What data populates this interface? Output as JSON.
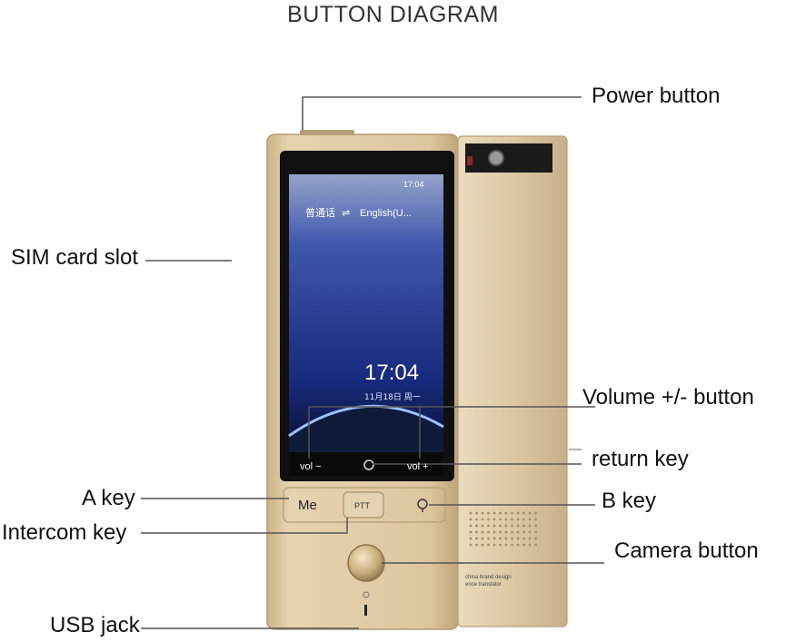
{
  "title": "BUTTON DIAGRAM",
  "labels": {
    "power": "Power button",
    "sim": "SIM card slot",
    "volume": "Volume +/- button",
    "return": "return key",
    "a_key": "A key",
    "b_key": "B key",
    "intercom": "Intercom key",
    "camera": "Camera button",
    "usb": "USB jack"
  },
  "screen": {
    "status_time": "17:04",
    "lang_from": "普通话",
    "lang_to": "English(U...",
    "clock": "17:04",
    "date": "11月18日 周一",
    "vol_minus": "vol −",
    "vol_plus": "vol +"
  },
  "keys": {
    "me": "Me",
    "ptt": "PTT"
  },
  "device_text": {
    "line1": "china brand design",
    "line2": "ence translator"
  },
  "colors": {
    "body": "#d9c39b",
    "screen_top": "#2a3f9a",
    "screen_bottom": "#0b1230"
  }
}
